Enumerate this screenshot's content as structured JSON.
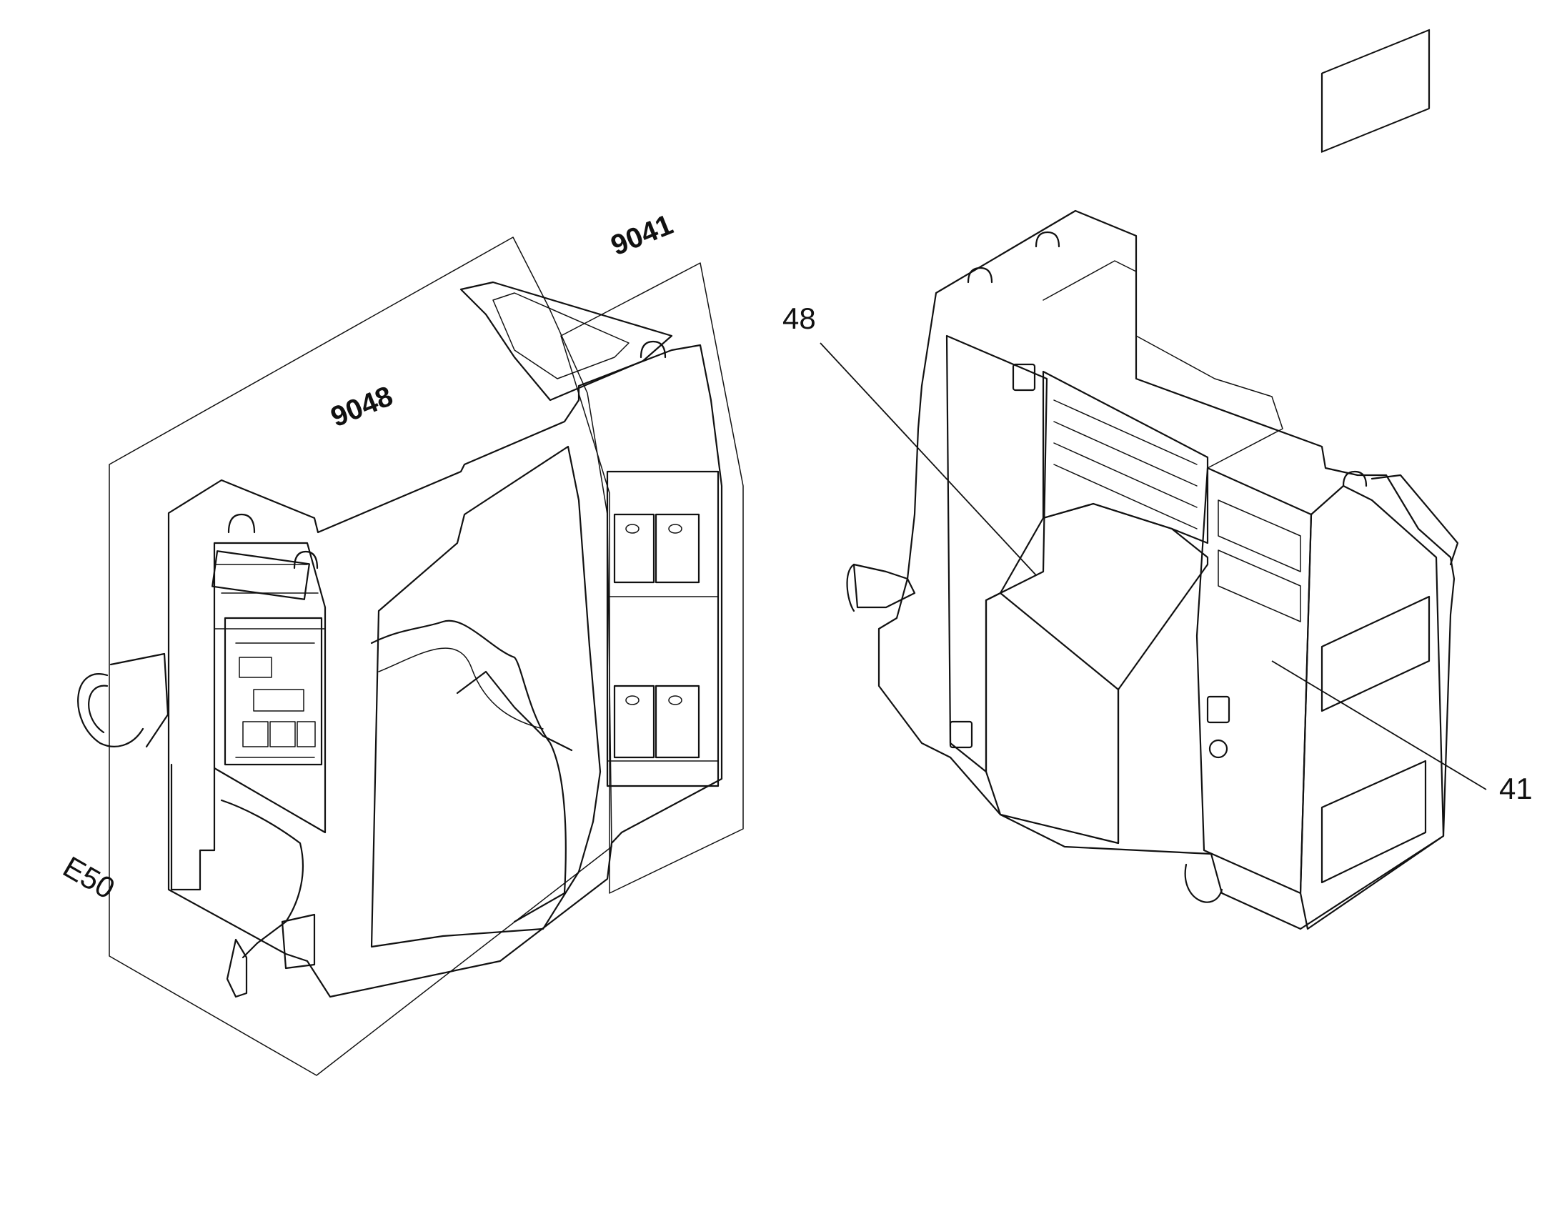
{
  "labels": {
    "group_9048": "9048",
    "group_9041": "9041",
    "group_E50": "E50",
    "part_48": "48",
    "part_41": "41"
  },
  "ink_color": "#111111",
  "background": "#ffffff"
}
